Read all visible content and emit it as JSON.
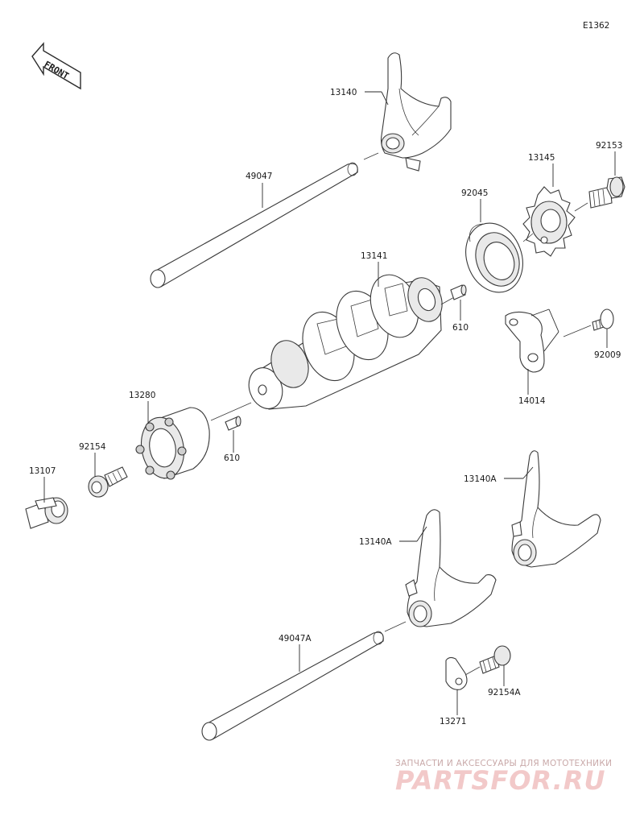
{
  "diagram_code": "E1362",
  "front_label": "FRONT",
  "labels": {
    "p13140": "13140",
    "p49047": "49047",
    "p13145": "13145",
    "p92153": "92153",
    "p92045": "92045",
    "p13141": "13141",
    "p610_top": "610",
    "p92009": "92009",
    "p14014": "14014",
    "p13280": "13280",
    "p92154": "92154",
    "p610_bottom": "610",
    "p13107": "13107",
    "p13140A_right": "13140A",
    "p13140A_left": "13140A",
    "p49047A": "49047A",
    "p92154A": "92154A",
    "p13271": "13271"
  },
  "watermark": {
    "line1": "ЗАПЧАСТИ И АКСЕССУАРЫ ДЛЯ МОТОТЕХНИКИ",
    "line2": "PARTSFOR.RU"
  }
}
